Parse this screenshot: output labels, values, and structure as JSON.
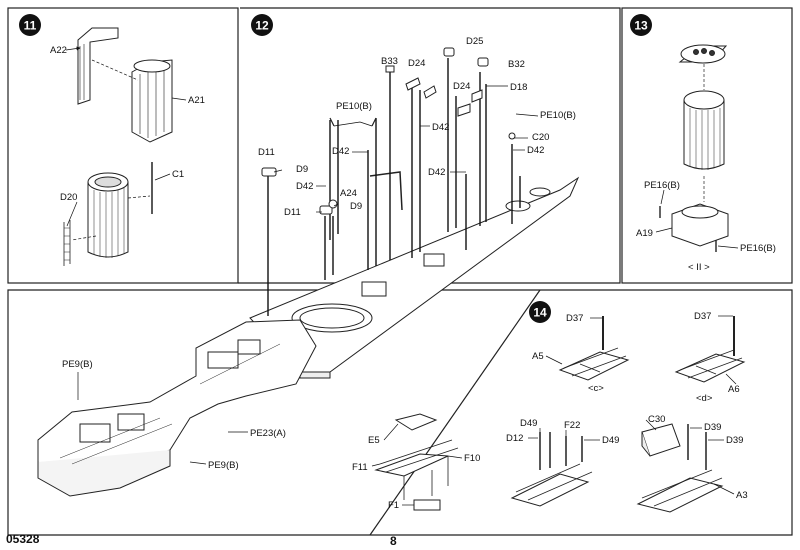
{
  "page": {
    "code": "05328",
    "number": "8"
  },
  "steps": [
    {
      "number": "11",
      "labels": [
        "A22",
        "A21",
        "C1",
        "D20"
      ]
    },
    {
      "number": "12",
      "labels": [
        "B33",
        "D24",
        "D25",
        "B32",
        "D24",
        "D18",
        "PE10(B)",
        "PE10(B)",
        "D42",
        "C20",
        "D42",
        "D11",
        "D9",
        "D42",
        "A24",
        "D11",
        "D9",
        "D42",
        "D42"
      ]
    },
    {
      "number": "13",
      "labels": [
        "PE16(B)",
        "A19",
        "PE16(B)"
      ],
      "variants": [
        "< II >"
      ]
    },
    {
      "number": "14",
      "labels": [
        "D37",
        "A5",
        "D37",
        "A6",
        "C30",
        "D39",
        "D49",
        "F22",
        "D39",
        "D12",
        "D49",
        "A3"
      ],
      "variants": [
        "<c>",
        "<d>"
      ]
    }
  ],
  "hull_callouts": [
    "PE9(B)",
    "PE23(A)",
    "PE9(B)"
  ],
  "detail_callouts": [
    "E5",
    "F11",
    "F10",
    "F1"
  ]
}
